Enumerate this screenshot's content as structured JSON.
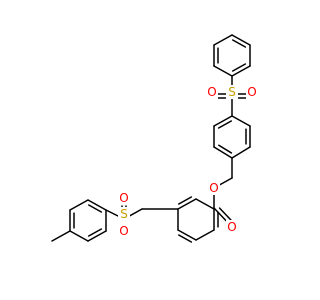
{
  "colors": {
    "bond": "#000000",
    "sulfur": "#c8a000",
    "oxygen": "#ff0000",
    "background": "#ffffff"
  },
  "atoms": [
    {
      "id": "S1",
      "label": "S",
      "element": "sulfur"
    },
    {
      "id": "O1a",
      "label": "O",
      "element": "oxygen"
    },
    {
      "id": "O1b",
      "label": "O",
      "element": "oxygen"
    },
    {
      "id": "S2",
      "label": "S",
      "element": "sulfur"
    },
    {
      "id": "O2a",
      "label": "O",
      "element": "oxygen"
    },
    {
      "id": "O2b",
      "label": "O",
      "element": "oxygen"
    },
    {
      "id": "Oester",
      "label": "O",
      "element": "oxygen"
    },
    {
      "id": "Ocarbonyl",
      "label": "O",
      "element": "oxygen"
    }
  ]
}
